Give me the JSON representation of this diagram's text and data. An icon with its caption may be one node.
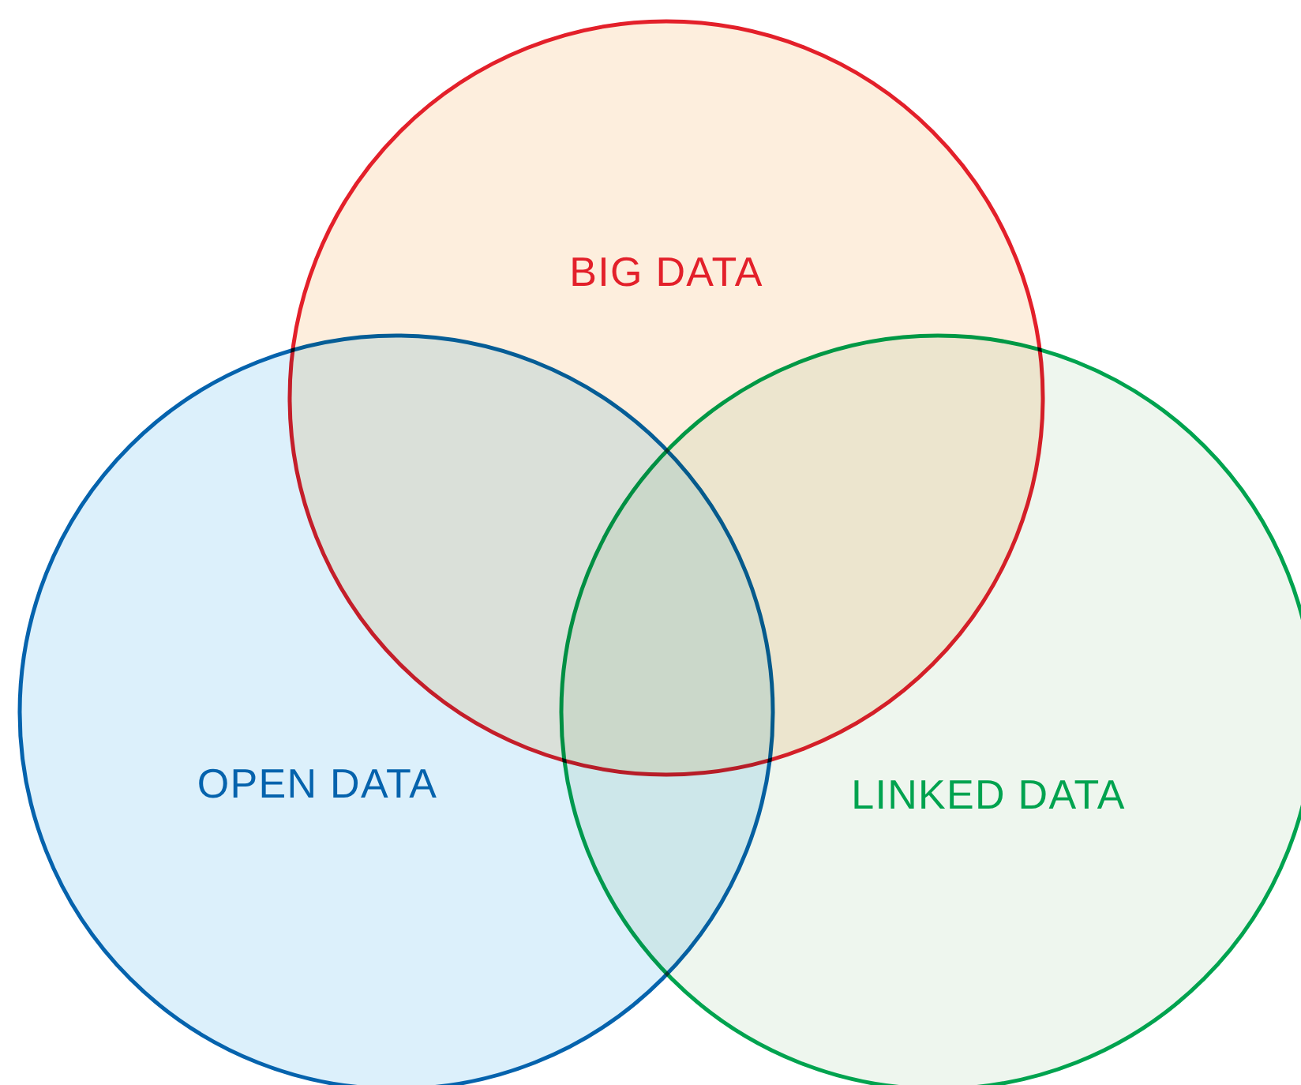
{
  "diagram": {
    "nodes": [
      {
        "text": [
          "BIG DATA"
        ]
      },
      {
        "text": [
          "OPEN DATA"
        ]
      },
      {
        "text": [
          "LINKED DATA"
        ]
      }
    ]
  }
}
